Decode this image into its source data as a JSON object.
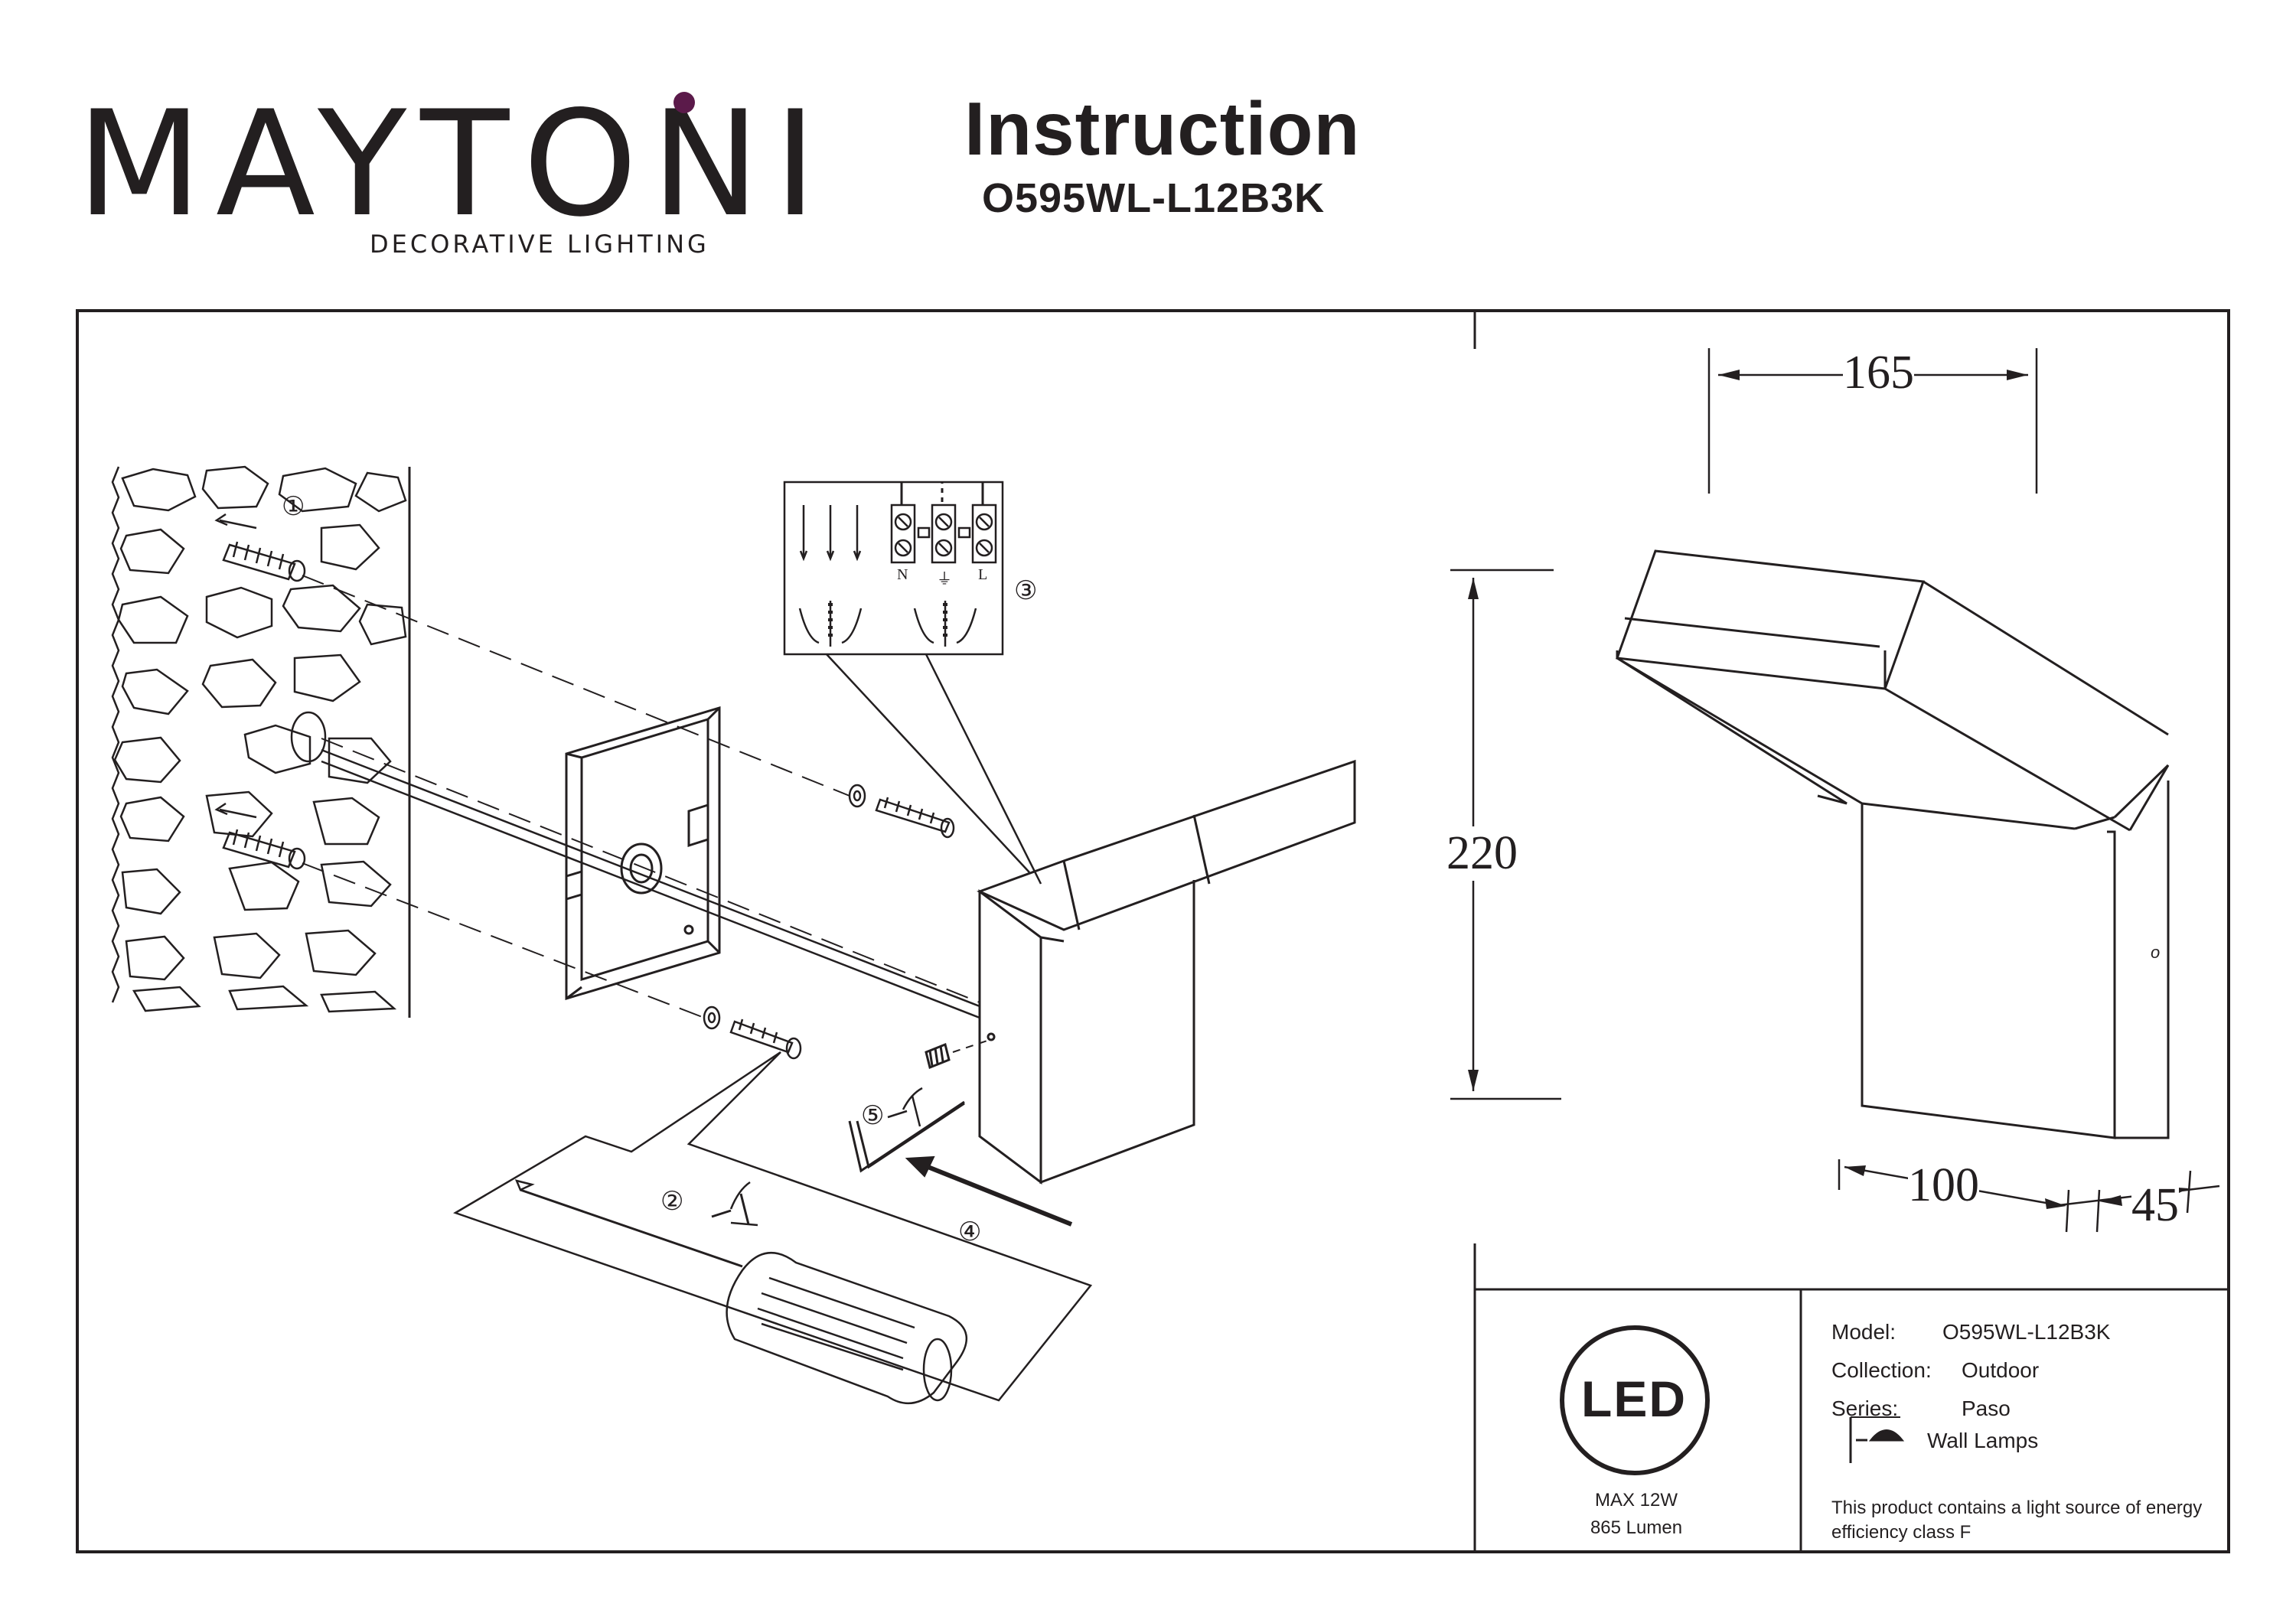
{
  "header": {
    "brand": "MAYTONI",
    "brand_tagline": "DECORATIVE LIGHTING",
    "title": "Instruction",
    "model_code": "O595WL-L12B3K"
  },
  "assembly": {
    "steps": [
      "①",
      "②",
      "③",
      "④",
      "⑤"
    ],
    "terminals": [
      "N",
      "⏚",
      "L"
    ]
  },
  "dimensions": {
    "width": "165",
    "height": "220",
    "depth": "100",
    "wall_plate": "45",
    "hole_mark": "o"
  },
  "info": {
    "led_badge": "LED",
    "max_power": "MAX 12W",
    "lumen": "865 Lumen",
    "model_label": "Model:",
    "model_value": "O595WL-L12B3K",
    "collection_label": "Collection:",
    "collection_value": "Outdoor",
    "series_label": "Series:",
    "series_value": "Paso",
    "type_value": "Wall Lamps",
    "energy_text": "This product contains a light source of energy efficiency class F"
  },
  "colors": {
    "ink": "#231f20",
    "accent_dot": "#5b1a4a"
  }
}
